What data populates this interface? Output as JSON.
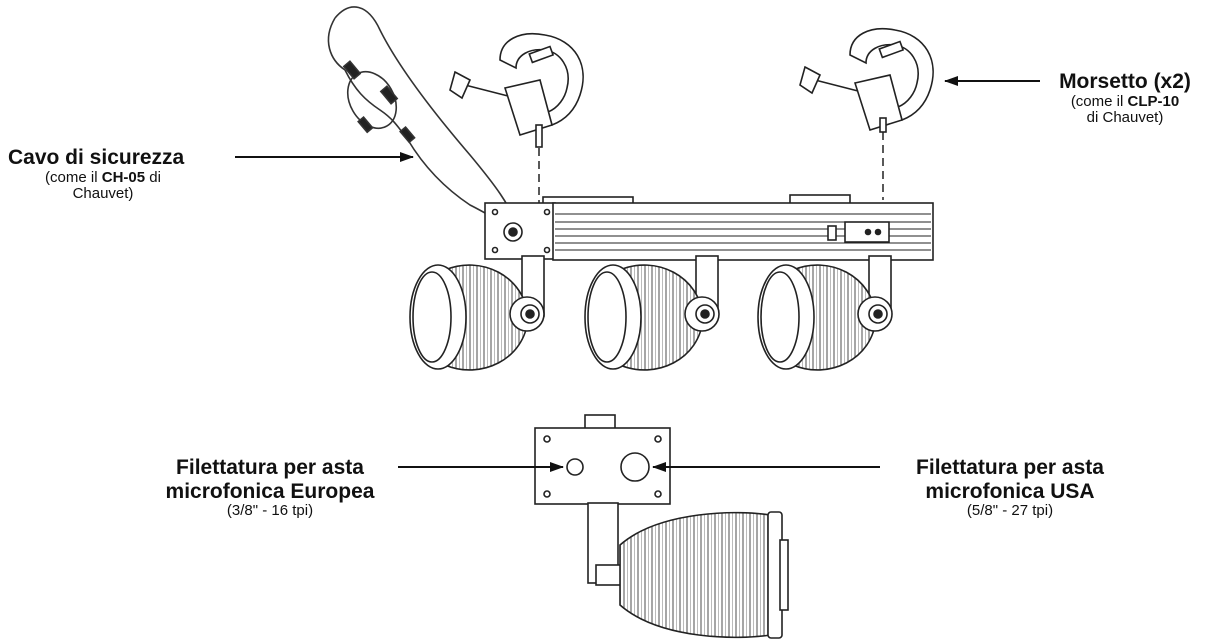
{
  "labels": {
    "safety_cable": {
      "title": "Cavo di sicurezza",
      "note_prefix": "(come il ",
      "note_bold": "CH-05",
      "note_mid": " di",
      "note_line2": "Chauvet)"
    },
    "clamp": {
      "title": "Morsetto (x2)",
      "note_prefix": "(come il ",
      "note_bold": "CLP-10",
      "note_line2": "di Chauvet)"
    },
    "euro_thread": {
      "title_line1": "Filettatura per asta",
      "title_line2": "microfonica Europea",
      "spec": "(3/8\" - 16 tpi)"
    },
    "usa_thread": {
      "title_line1": "Filettatura per asta",
      "title_line2": "microfonica USA",
      "spec": "(5/8\" - 27 tpi)"
    }
  }
}
